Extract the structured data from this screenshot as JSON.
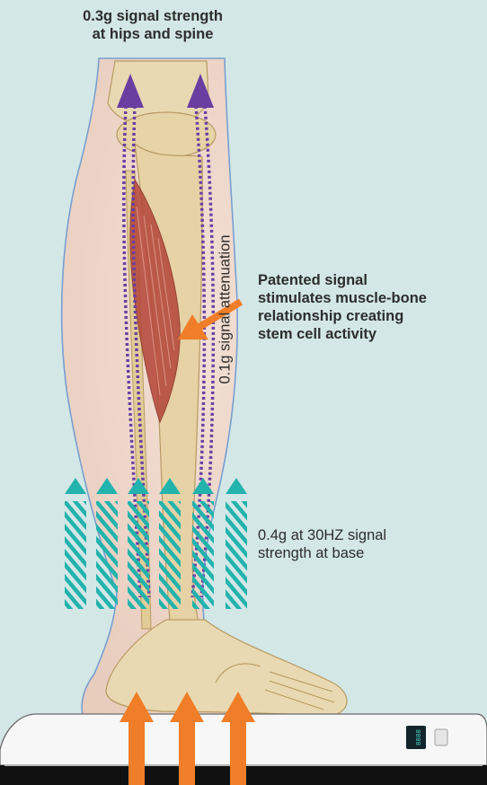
{
  "labels": {
    "top": "0.3g signal strength\nat hips and spine",
    "attenuation": "0.1g signal attenuation",
    "muscle": "Patented signal\nstimulates muscle-bone\nrelationship creating\nstem cell activity",
    "base": "0.4g at 30HZ signal\nstrength at base"
  },
  "platform": {
    "display_readout": "8888"
  },
  "colors": {
    "background": "#d3e7e6",
    "leg": "#efd9cd",
    "bone": "#e9d9b2",
    "muscle": "#b5493c",
    "wave_purple": "#6a3ea1",
    "wave_teal": "#22b3ad",
    "arrow_orange": "#f07d27",
    "platform": "#f7f7f7"
  },
  "icons": {
    "wave_arrows": "up-arrow",
    "force_arrows": "up-arrow",
    "pointer": "arrow-left-down"
  }
}
